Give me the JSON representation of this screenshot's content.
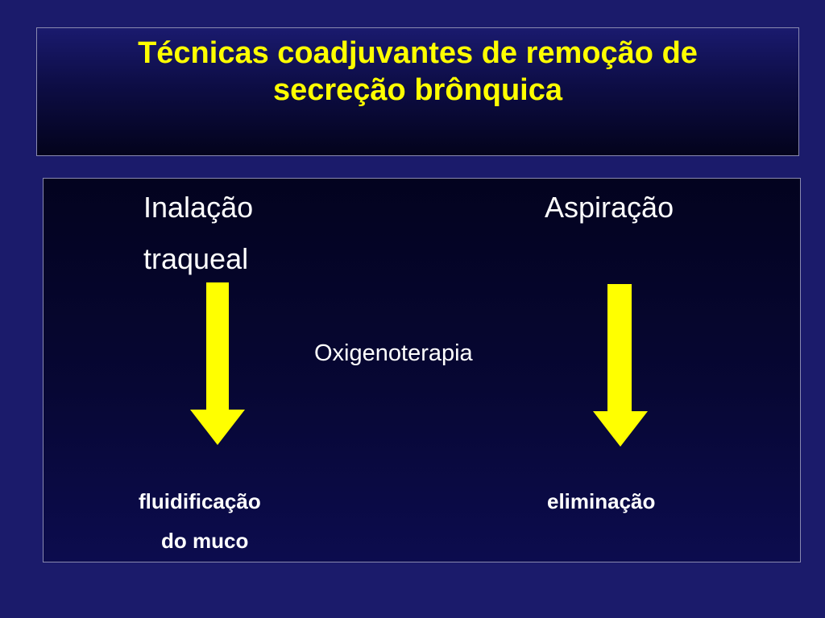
{
  "slide": {
    "title_line1": "Técnicas coadjuvantes de remoção de",
    "title_line2": "secreção brônquica"
  },
  "content": {
    "left_heading_line1": "Inalação",
    "left_heading_line2": "traqueal",
    "right_heading": "Aspiração",
    "center_label": "Oxigenoterapia",
    "left_result_line1": "fluidificação",
    "left_result_line2": "do muco",
    "right_result": "eliminação"
  },
  "colors": {
    "background": "#1b1b6b",
    "title_text": "#ffff00",
    "arrow_fill": "#ffff00",
    "body_text": "#ffffff"
  },
  "icons": {
    "left_arrow": "down-arrow-icon",
    "right_arrow": "down-arrow-icon"
  }
}
